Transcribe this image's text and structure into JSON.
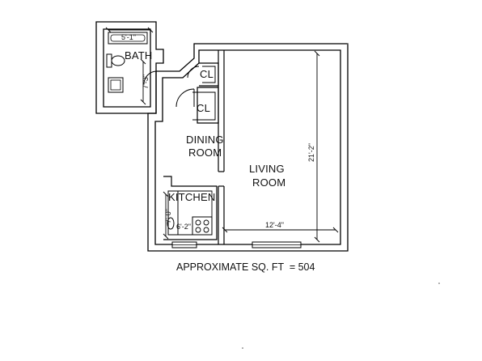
{
  "plan": {
    "rooms": {
      "bath": "BATH",
      "closet_upper": "CL",
      "closet_lower": "CL",
      "dining_line1": "DINING",
      "dining_line2": "ROOM",
      "living_line1": "LIVING",
      "living_line2": "ROOM",
      "kitchen": "KITCHEN"
    },
    "dimensions": {
      "bath_width": "5'-1\"",
      "bath_height": "7'-3\"",
      "living_height": "21'-2\"",
      "living_width": "12'-4\"",
      "kitchen_height": "7'-0\"",
      "kitchen_width": "6'-2\""
    },
    "footer": "APPROXIMATE SQ. FT  = 504"
  }
}
